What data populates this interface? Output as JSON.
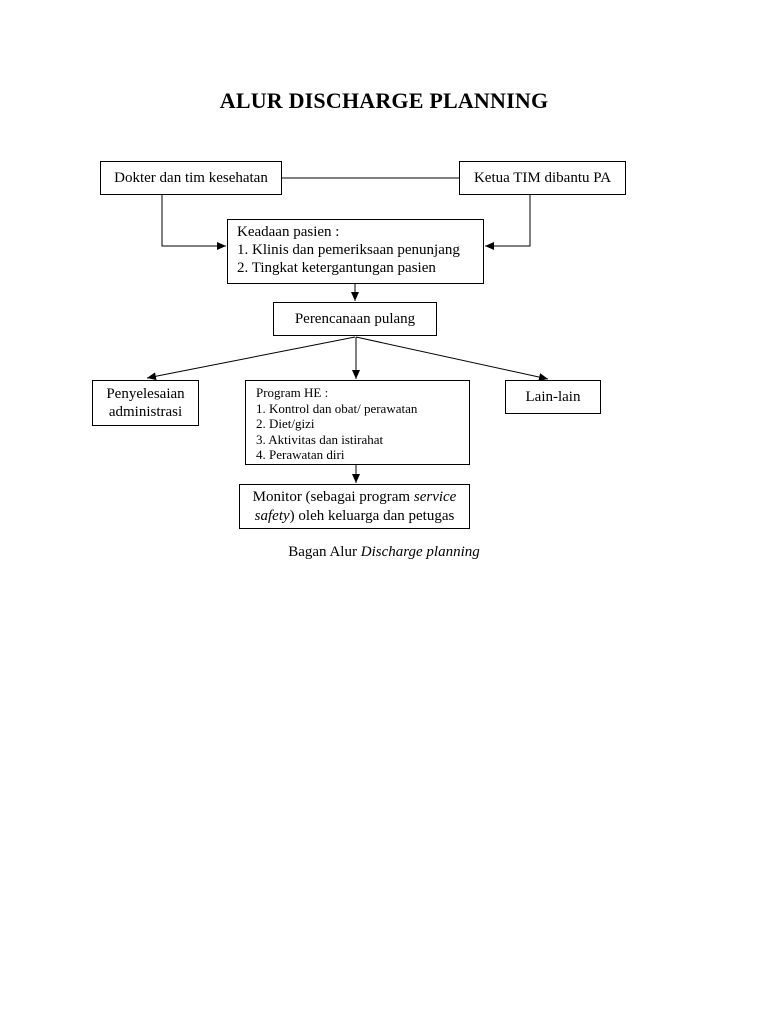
{
  "title": "ALUR DISCHARGE PLANNING",
  "nodes": {
    "dokter": "Dokter dan tim kesehatan",
    "ketua": "Ketua TIM dibantu PA",
    "keadaan": {
      "heading": "Keadaan pasien :",
      "items": [
        "1. Klinis dan pemeriksaan penunjang",
        "2. Tingkat ketergantungan pasien"
      ]
    },
    "perencanaan": "Perencanaan pulang",
    "penyelesaian": [
      "Penyelesaian",
      "administrasi"
    ],
    "program": {
      "heading": "Program HE :",
      "items": [
        "1. Kontrol dan obat/ perawatan",
        "2. Diet/gizi",
        "3. Aktivitas dan istirahat",
        "4. Perawatan diri"
      ]
    },
    "lain": "Lain-lain",
    "monitor": {
      "line1_pre": "Monitor (sebagai program ",
      "line1_italic": "service",
      "line2_italic": "safety",
      "line2_post": ") oleh keluarga dan petugas"
    }
  },
  "caption": {
    "prefix": "Bagan Alur ",
    "italic": "Discharge planning"
  }
}
